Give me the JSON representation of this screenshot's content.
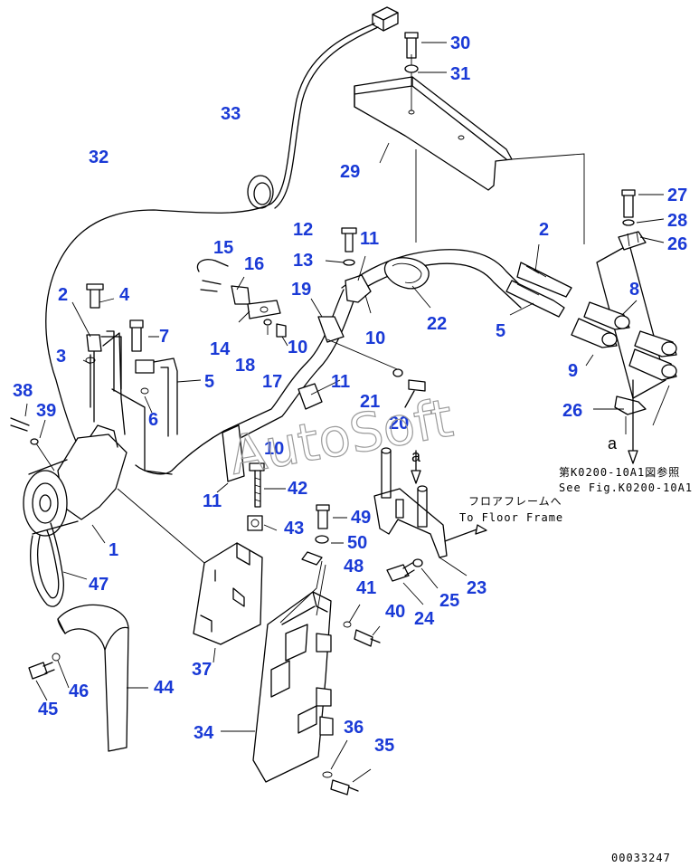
{
  "callouts": [
    {
      "id": "c30",
      "label": "30"
    },
    {
      "id": "c31",
      "label": "31"
    },
    {
      "id": "c33",
      "label": "33"
    },
    {
      "id": "c32",
      "label": "32"
    },
    {
      "id": "c29",
      "label": "29"
    },
    {
      "id": "c27",
      "label": "27"
    },
    {
      "id": "c28",
      "label": "28"
    },
    {
      "id": "c26a",
      "label": "26"
    },
    {
      "id": "c12",
      "label": "12"
    },
    {
      "id": "c11a",
      "label": "11"
    },
    {
      "id": "c13",
      "label": "13"
    },
    {
      "id": "c15",
      "label": "15"
    },
    {
      "id": "c16",
      "label": "16"
    },
    {
      "id": "c2a",
      "label": "2"
    },
    {
      "id": "c2b",
      "label": "2"
    },
    {
      "id": "c4",
      "label": "4"
    },
    {
      "id": "c19",
      "label": "19"
    },
    {
      "id": "c8",
      "label": "8"
    },
    {
      "id": "c22",
      "label": "22"
    },
    {
      "id": "c5a",
      "label": "5"
    },
    {
      "id": "c7",
      "label": "7"
    },
    {
      "id": "c10a",
      "label": "10"
    },
    {
      "id": "c14",
      "label": "14"
    },
    {
      "id": "c3",
      "label": "3"
    },
    {
      "id": "c18",
      "label": "18"
    },
    {
      "id": "c10b",
      "label": "10"
    },
    {
      "id": "c9",
      "label": "9"
    },
    {
      "id": "c17",
      "label": "17"
    },
    {
      "id": "c5b",
      "label": "5"
    },
    {
      "id": "c11b",
      "label": "11"
    },
    {
      "id": "c21",
      "label": "21"
    },
    {
      "id": "c38",
      "label": "38"
    },
    {
      "id": "c6",
      "label": "6"
    },
    {
      "id": "c26b",
      "label": "26"
    },
    {
      "id": "c39",
      "label": "39"
    },
    {
      "id": "c20",
      "label": "20"
    },
    {
      "id": "c10c",
      "label": "10"
    },
    {
      "id": "c11c",
      "label": "11"
    },
    {
      "id": "c42",
      "label": "42"
    },
    {
      "id": "c49",
      "label": "49"
    },
    {
      "id": "c43",
      "label": "43"
    },
    {
      "id": "c1",
      "label": "1"
    },
    {
      "id": "c50",
      "label": "50"
    },
    {
      "id": "c48",
      "label": "48"
    },
    {
      "id": "c23",
      "label": "23"
    },
    {
      "id": "c47",
      "label": "47"
    },
    {
      "id": "c25",
      "label": "25"
    },
    {
      "id": "c41",
      "label": "41"
    },
    {
      "id": "c24",
      "label": "24"
    },
    {
      "id": "c40",
      "label": "40"
    },
    {
      "id": "c37",
      "label": "37"
    },
    {
      "id": "c44",
      "label": "44"
    },
    {
      "id": "c46",
      "label": "46"
    },
    {
      "id": "c45",
      "label": "45"
    },
    {
      "id": "c34",
      "label": "34"
    },
    {
      "id": "c36",
      "label": "36"
    },
    {
      "id": "c35",
      "label": "35"
    }
  ],
  "view_markers": {
    "a_top": "a",
    "a_left": "a"
  },
  "notes": {
    "ref_jp": "第K0200-10A1図参照",
    "ref_en": "See Fig.K0200-10A1",
    "floor_jp": "フロアフレームへ",
    "floor_en": "To Floor Frame"
  },
  "watermark": "AutoSoft",
  "figure_number": "00033247"
}
